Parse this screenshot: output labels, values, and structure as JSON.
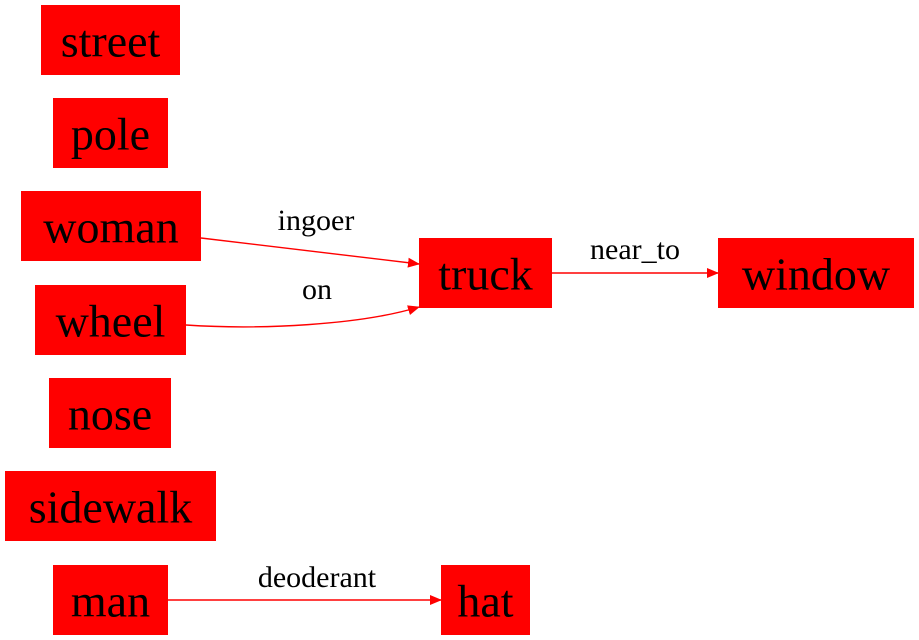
{
  "colors": {
    "node_fill": "#ff0000",
    "edge": "#ff0000",
    "text": "#000000"
  },
  "nodes": [
    {
      "id": "street",
      "label": "street"
    },
    {
      "id": "pole",
      "label": "pole"
    },
    {
      "id": "woman",
      "label": "woman"
    },
    {
      "id": "wheel",
      "label": "wheel"
    },
    {
      "id": "nose",
      "label": "nose"
    },
    {
      "id": "sidewalk",
      "label": "sidewalk"
    },
    {
      "id": "man",
      "label": "man"
    },
    {
      "id": "truck",
      "label": "truck"
    },
    {
      "id": "window",
      "label": "window"
    },
    {
      "id": "hat",
      "label": "hat"
    }
  ],
  "edges": [
    {
      "id": "woman-truck",
      "from": "woman",
      "to": "truck",
      "label": "ingoer"
    },
    {
      "id": "wheel-truck",
      "from": "wheel",
      "to": "truck",
      "label": "on"
    },
    {
      "id": "truck-window",
      "from": "truck",
      "to": "window",
      "label": "near_to"
    },
    {
      "id": "man-hat",
      "from": "man",
      "to": "hat",
      "label": "deoderant"
    }
  ]
}
